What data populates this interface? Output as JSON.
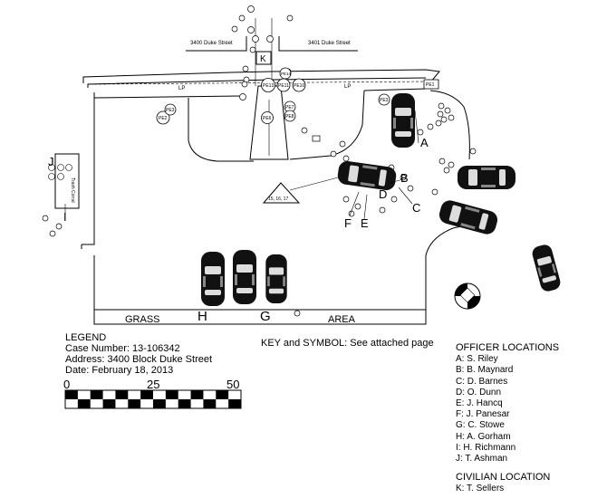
{
  "streets": {
    "left": "3400 Duke Street",
    "right": "3401 Duke Street"
  },
  "light_pole_label": "LP",
  "marker_boxes": {
    "k_box": "K"
  },
  "evidence": {
    "pe1": "PE1",
    "pe2": "PE2",
    "pe3": "PE3",
    "pe6": "PE6",
    "pe7": "PE7",
    "pe8": "PE8",
    "pe10": "PE10",
    "pe11": "PE11",
    "pe12": "PE12",
    "pe13": "PE13",
    "pe14": "PE14"
  },
  "triangle_label": "15, 16, 17",
  "trash_label": "Trash Corral",
  "ground": {
    "grass": "GRASS",
    "area": "AREA"
  },
  "position_letters": {
    "a": "A",
    "b": "B",
    "c": "C",
    "d": "D",
    "e": "E",
    "f": "F",
    "g": "G",
    "h": "H",
    "i": "I",
    "j": "J"
  },
  "legend": {
    "title": "LEGEND",
    "case": "Case Number: 13-106342",
    "address": "Address: 3400 Block Duke Street",
    "date": "Date: February 18, 2013"
  },
  "key_note": "KEY and SYMBOL: See attached page",
  "scale": {
    "min": "0",
    "mid": "25",
    "max": "50"
  },
  "officer_locations": {
    "title": "OFFICER LOCATIONS",
    "items": [
      "A: S. Riley",
      "B: B. Maynard",
      "C: D. Barnes",
      "D: O. Dunn",
      "E: J. Hancq",
      "F: J. Panesar",
      "G: C. Stowe",
      "H: A. Gorham",
      "I: H. Richmann",
      "J: T. Ashman"
    ]
  },
  "civilian_location": {
    "title": "CIVILIAN LOCATION",
    "items": [
      "K: T. Sellers"
    ]
  }
}
